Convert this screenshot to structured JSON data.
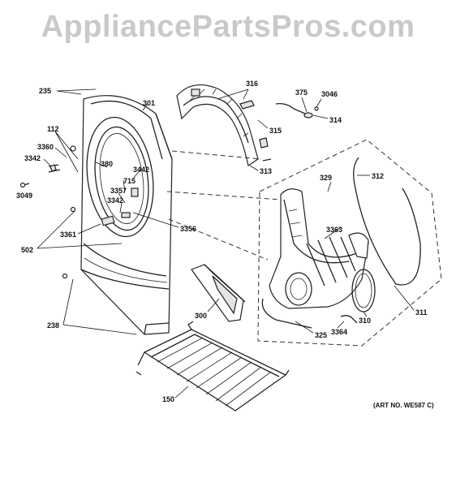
{
  "watermark": "AppliancePartsPros.com",
  "art_number": "(ART NO. WE587 C)",
  "callouts": {
    "c235": "235",
    "c301": "301",
    "c316": "316",
    "c375": "375",
    "c3046": "3046",
    "c112": "112",
    "c3360": "3360",
    "c3342a": "3342",
    "c380": "380",
    "c3442": "3442",
    "c3049": "3049",
    "c715": "715",
    "c3357": "3357",
    "c3342b": "3342",
    "c315": "315",
    "c314": "314",
    "c313": "313",
    "c329": "329",
    "c312": "312",
    "c3356": "3356",
    "c3361": "3361",
    "c502": "502",
    "c3363": "3363",
    "c300": "300",
    "c238": "238",
    "c310": "310",
    "c311": "311",
    "c3364": "3364",
    "c325": "325",
    "c150": "150"
  }
}
